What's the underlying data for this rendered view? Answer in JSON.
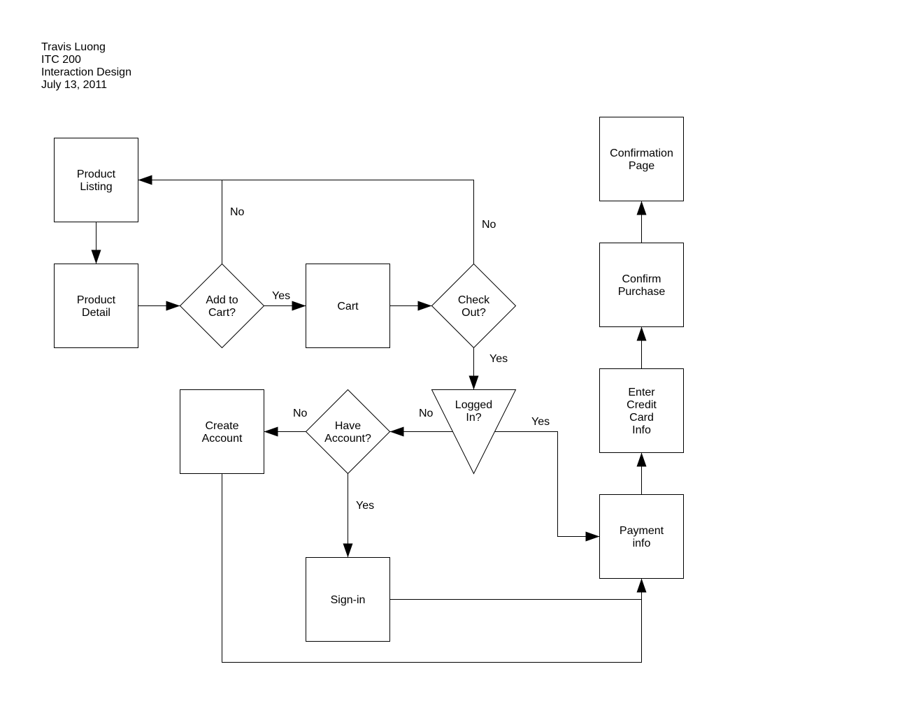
{
  "header": {
    "author": "Travis Luong",
    "course": "ITC 200",
    "subject": "Interaction Design",
    "date": "July 13, 2011"
  },
  "nodes": {
    "product_listing": [
      "Product",
      "Listing"
    ],
    "product_detail": [
      "Product",
      "Detail"
    ],
    "add_to_cart": [
      "Add to",
      "Cart?"
    ],
    "cart": [
      "Cart"
    ],
    "check_out": [
      "Check",
      "Out?"
    ],
    "logged_in": [
      "Logged",
      "In?"
    ],
    "have_account": [
      "Have",
      "Account?"
    ],
    "create_account": [
      "Create",
      "Account"
    ],
    "sign_in": [
      "Sign-in"
    ],
    "payment_info": [
      "Payment",
      "info"
    ],
    "enter_credit_card": [
      "Enter",
      "Credit",
      "Card",
      "Info"
    ],
    "confirm_purchase": [
      "Confirm",
      "Purchase"
    ],
    "confirmation_page": [
      "Confirmation",
      "Page"
    ]
  },
  "edge_labels": {
    "add_to_cart_yes": "Yes",
    "add_to_cart_no": "No",
    "check_out_no": "No",
    "check_out_yes": "Yes",
    "logged_in_no": "No",
    "logged_in_yes": "Yes",
    "have_account_no": "No",
    "have_account_yes": "Yes"
  }
}
